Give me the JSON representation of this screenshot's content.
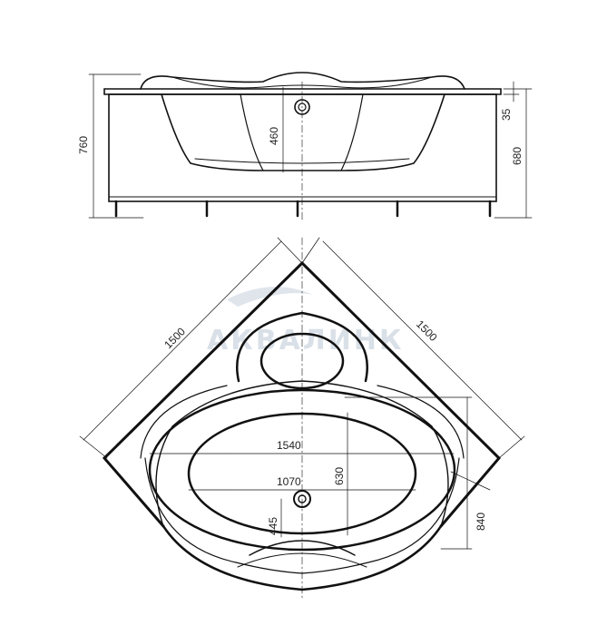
{
  "title": "Corner bathtub technical drawing",
  "watermark": "АКВАЛИНК",
  "side_view": {
    "height_total": "760",
    "height_apron": "680",
    "rim_thickness": "35",
    "depth": "460"
  },
  "plan_view": {
    "side_left": "1500",
    "side_right": "1500",
    "bowl_length": "1540",
    "inner_length": "1070",
    "inner_width": "630",
    "drain_offset": "445",
    "front_depth": "840"
  },
  "colors": {
    "line": "#111111",
    "watermark": "#c9d3de"
  }
}
